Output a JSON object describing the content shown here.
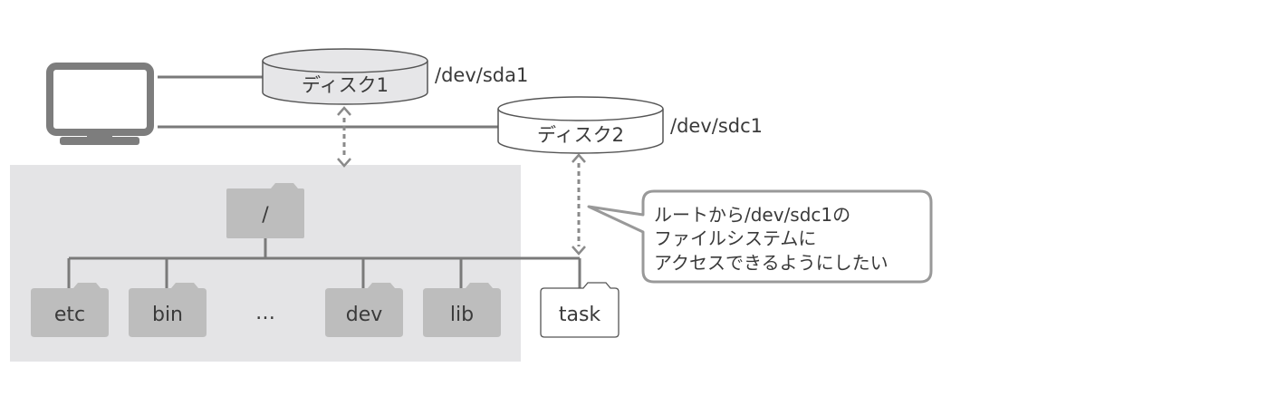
{
  "disks": [
    {
      "label": "ディスク1",
      "device": "/dev/sda1",
      "fill": "#e6e6e8"
    },
    {
      "label": "ディスク2",
      "device": "/dev/sdc1",
      "fill": "#ffffff"
    }
  ],
  "filesystem": {
    "root": "/",
    "children": [
      {
        "label": "etc"
      },
      {
        "label": "bin"
      },
      {
        "label": "…"
      },
      {
        "label": "dev"
      },
      {
        "label": "lib"
      }
    ],
    "mount_point": "task"
  },
  "callout": {
    "lines": [
      "ルートから/dev/sdc1の",
      "ファイルシステムに",
      "アクセスできるようにしたい"
    ]
  },
  "colors": {
    "region_bg": "#e4e4e6",
    "folder_gray": "#bdbdbd",
    "line": "#7a7a7a",
    "arrow": "#8a8a8a"
  }
}
